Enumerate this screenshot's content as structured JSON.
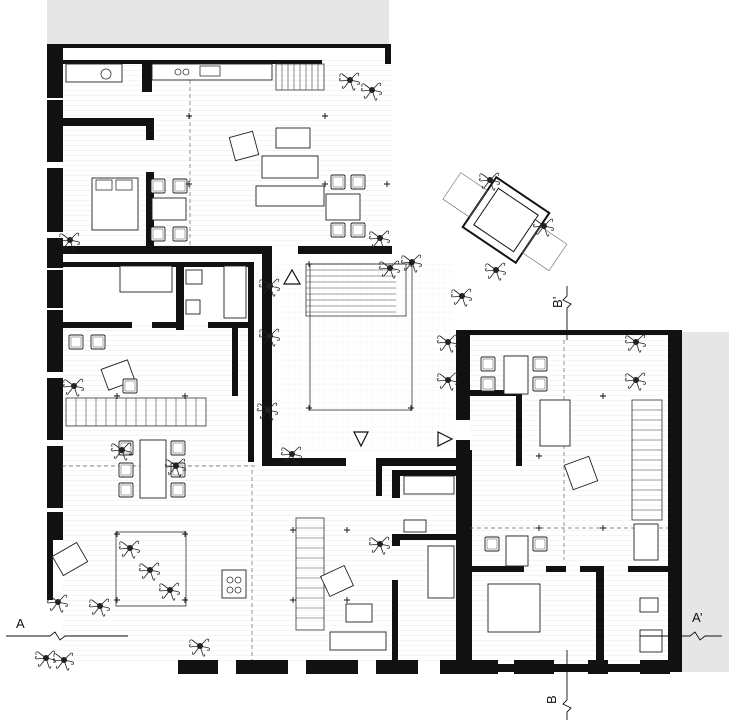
{
  "section_markers": {
    "a_left": "A",
    "a_right": "A’",
    "b_top": "B’",
    "b_bottom": "B"
  }
}
